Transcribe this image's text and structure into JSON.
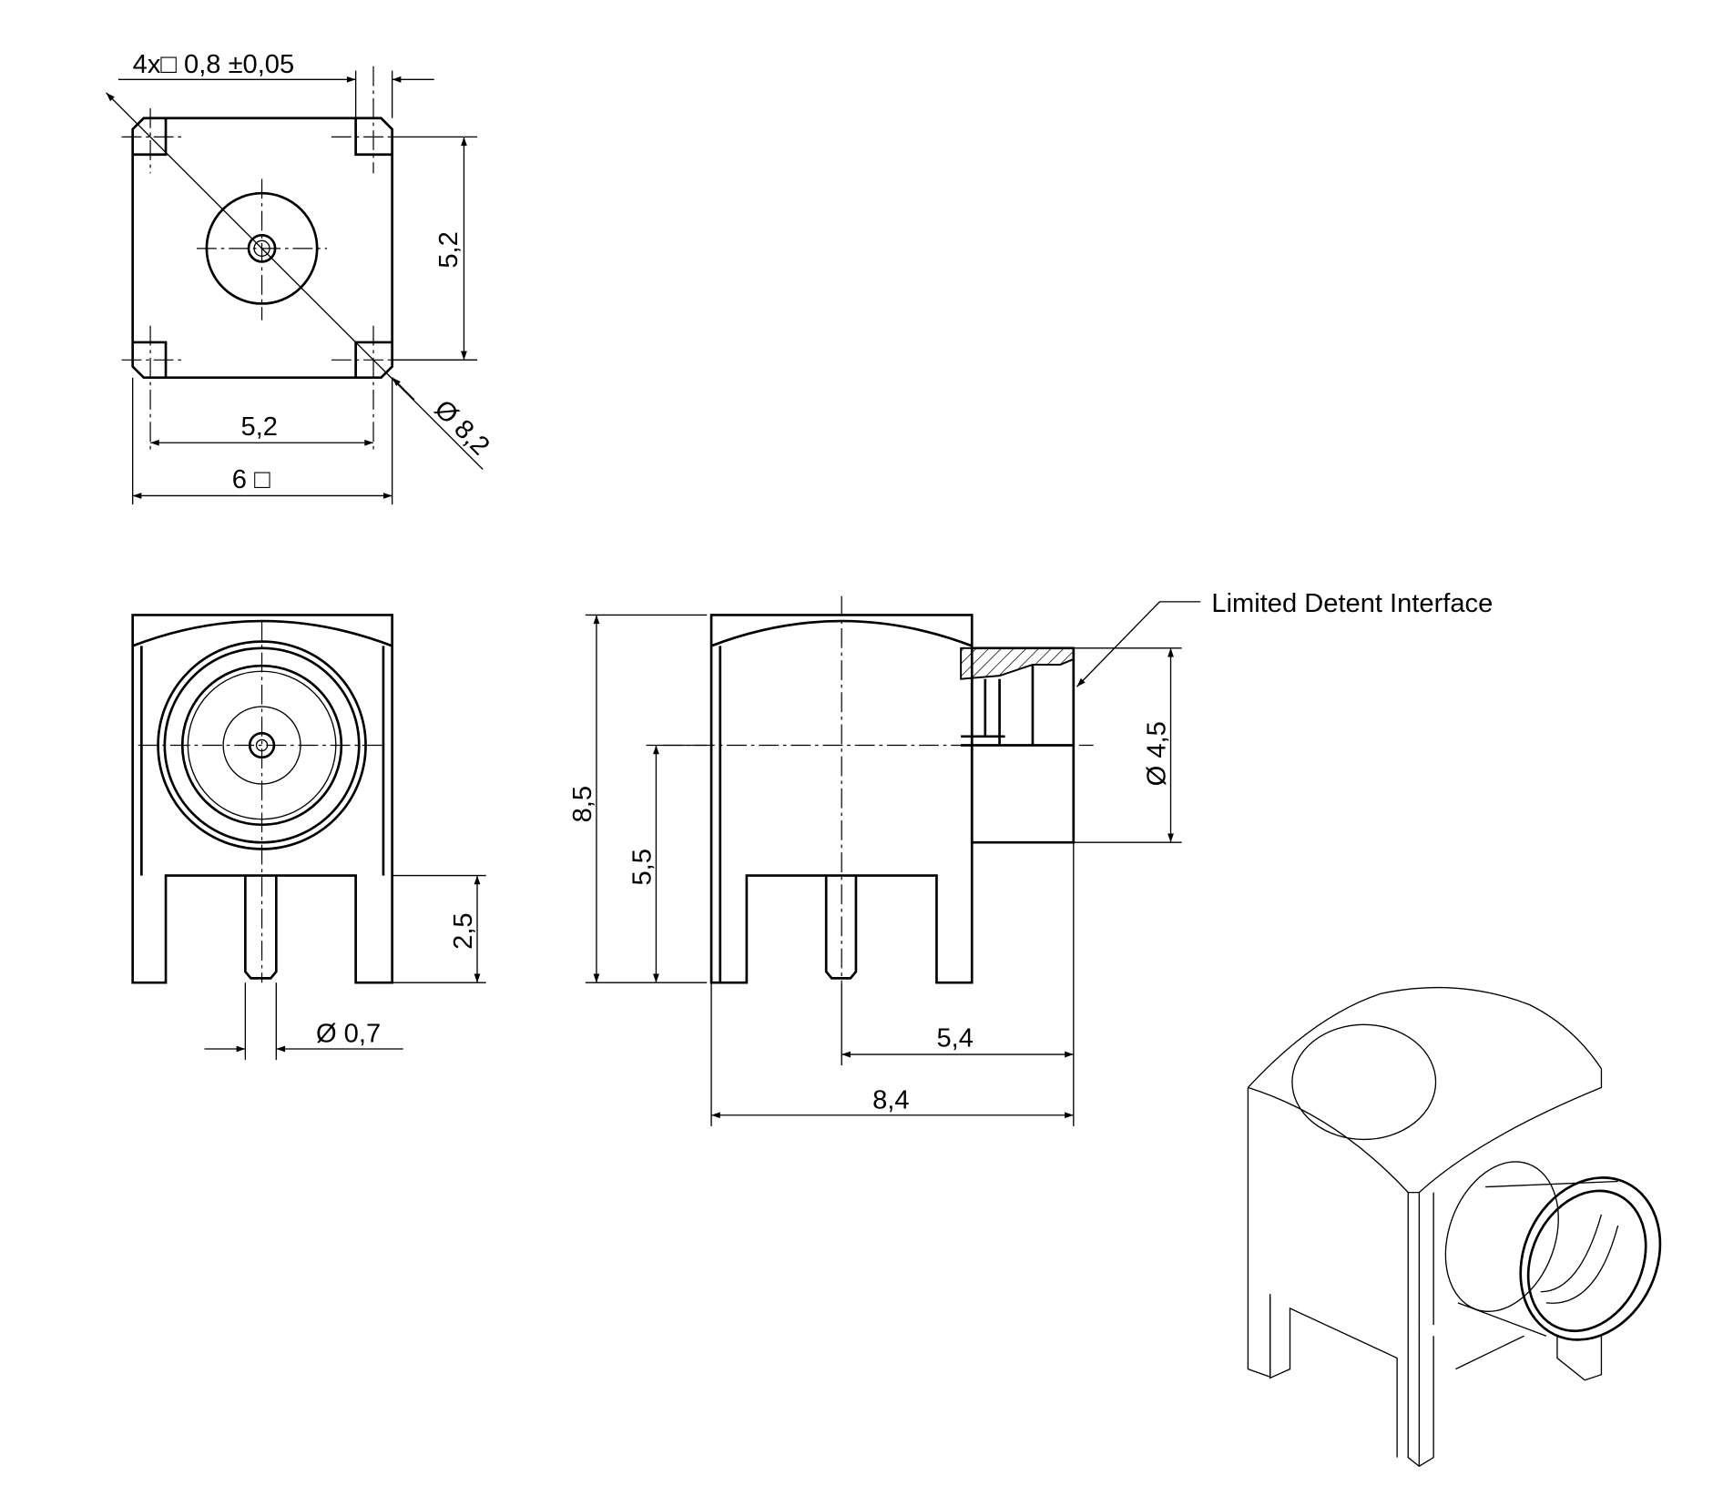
{
  "drawing": {
    "top_view": {
      "pad_callout": "4x□ 0,8 ±0,05",
      "pitch_vertical": "5,2",
      "pitch_horizontal": "5,2",
      "body_square": "6 □",
      "diagonal": "Ø 8,2"
    },
    "front_view": {
      "pin_length": "2,5",
      "pin_diameter": "Ø 0,7"
    },
    "side_view": {
      "height": "8,5",
      "axis_height": "5,5",
      "interface_diameter": "Ø 4,5",
      "pin_to_face": "5,4",
      "overall_length": "8,4",
      "callout": "Limited Detent Interface"
    },
    "colors": {
      "line": "#000000",
      "background": "#ffffff"
    }
  }
}
